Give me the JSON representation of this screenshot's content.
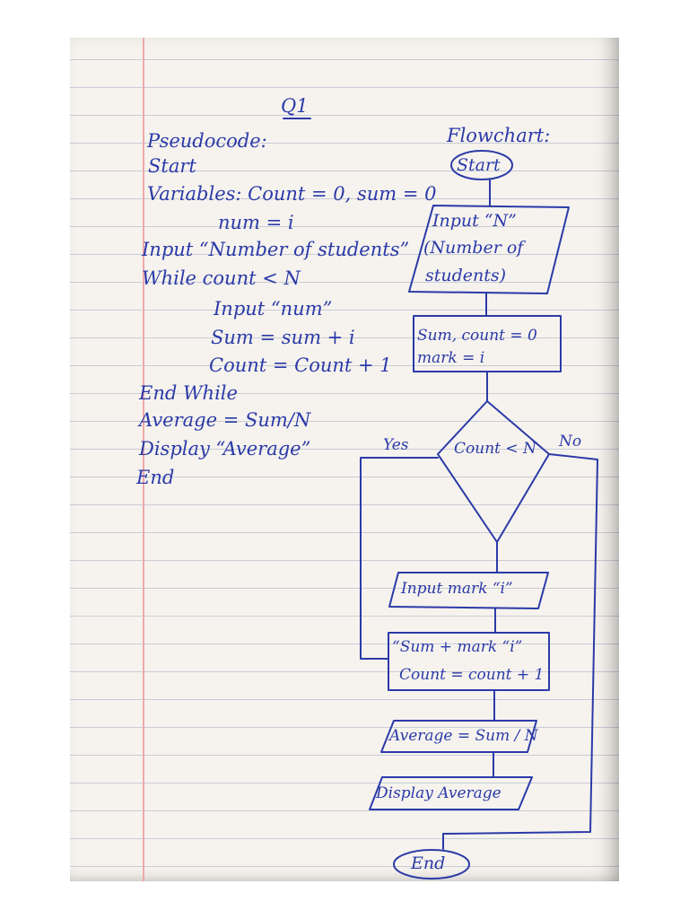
{
  "heading": "Q1",
  "pseudocode": {
    "title": "Pseudocode:",
    "lines": [
      "Start",
      "Variables: Count = 0, sum = 0",
      "num = i",
      "Input “Number of students”",
      "While count < N",
      "Input “num”",
      "Sum = sum + i",
      "Count = Count + 1",
      "End While",
      "Average = Sum/N",
      "Display “Average”",
      "End"
    ]
  },
  "flowchart": {
    "title": "Flowchart:",
    "start": "Start",
    "input_n": [
      "Input “N”",
      "(Number of",
      "students)"
    ],
    "init": [
      "Sum, count = 0",
      "mark = i"
    ],
    "condition": "Count < N",
    "yes_label": "Yes",
    "no_label": "No",
    "input_mark": "Input mark “i”",
    "update": [
      "“Sum + mark “i”",
      "Count = count + 1"
    ],
    "average": "Average = Sum / N",
    "display": "Display Average",
    "end": "End"
  },
  "colors": {
    "ink": "#2b3aa8",
    "paper": "#f6f3ee",
    "rule": "#c9ccd6",
    "margin": "#f0a8a8"
  }
}
